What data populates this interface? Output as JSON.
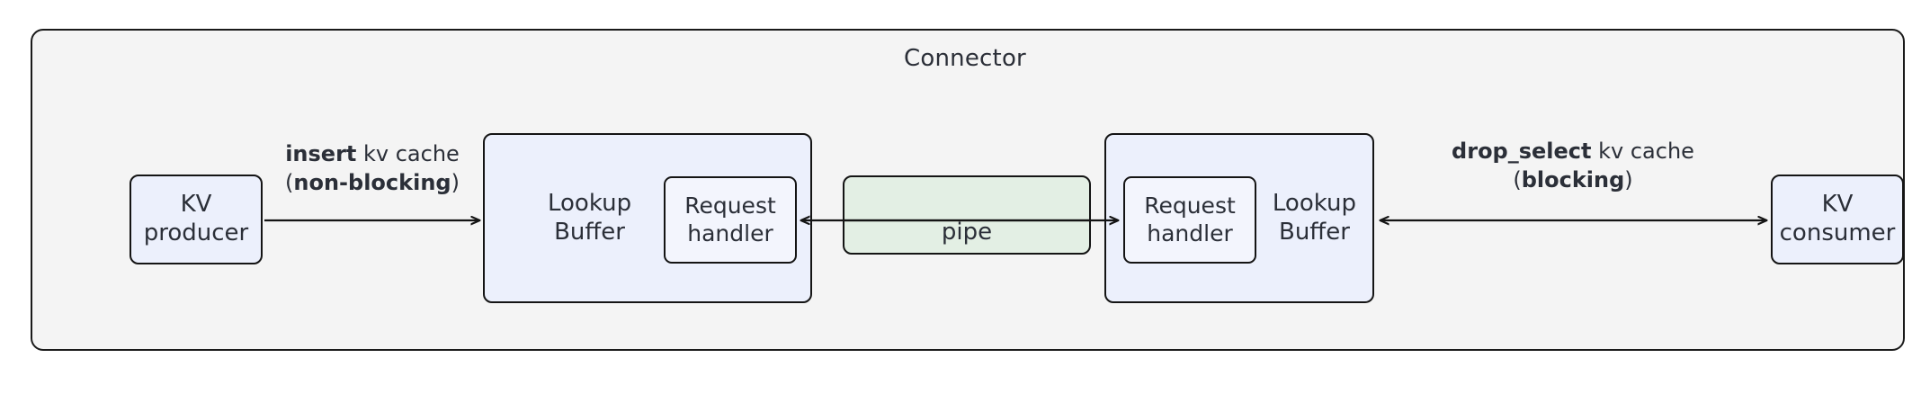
{
  "diagram": {
    "title": "Connector",
    "colors": {
      "container_fill": "#f4f4f4",
      "node_fill_blue": "#ecf0fc",
      "node_fill_green": "#e3efe4",
      "stroke": "#141414",
      "text": "#2b2f38"
    },
    "nodes": {
      "kv_producer": "KV\nproducer",
      "lookup_buffer_left": "Lookup\nBuffer",
      "request_handler_left": "Request\nhandler",
      "pipe": "pipe",
      "request_handler_right": "Request\nhandler",
      "lookup_buffer_right": "Lookup\nBuffer",
      "kv_consumer": "KV\nconsumer"
    },
    "edges": [
      {
        "id": "insert",
        "from": "kv_producer",
        "to": "lookup_buffer_left",
        "direction": "forward",
        "label_line1_bold": "insert",
        "label_line1_rest": " kv cache",
        "label_line2_prefix": "(",
        "label_line2_bold": "non-blocking",
        "label_line2_suffix": ")"
      },
      {
        "id": "pipe-left",
        "from": "pipe",
        "to": "request_handler_left",
        "direction": "backward",
        "label": ""
      },
      {
        "id": "pipe-right",
        "from": "pipe",
        "to": "request_handler_right",
        "direction": "forward",
        "label": ""
      },
      {
        "id": "drop_select",
        "from": "lookup_buffer_right",
        "to": "kv_consumer",
        "direction": "both",
        "label_line1_bold": "drop_select",
        "label_line1_rest": " kv cache",
        "label_line2_prefix": "(",
        "label_line2_bold": "blocking",
        "label_line2_suffix": ")"
      }
    ]
  }
}
